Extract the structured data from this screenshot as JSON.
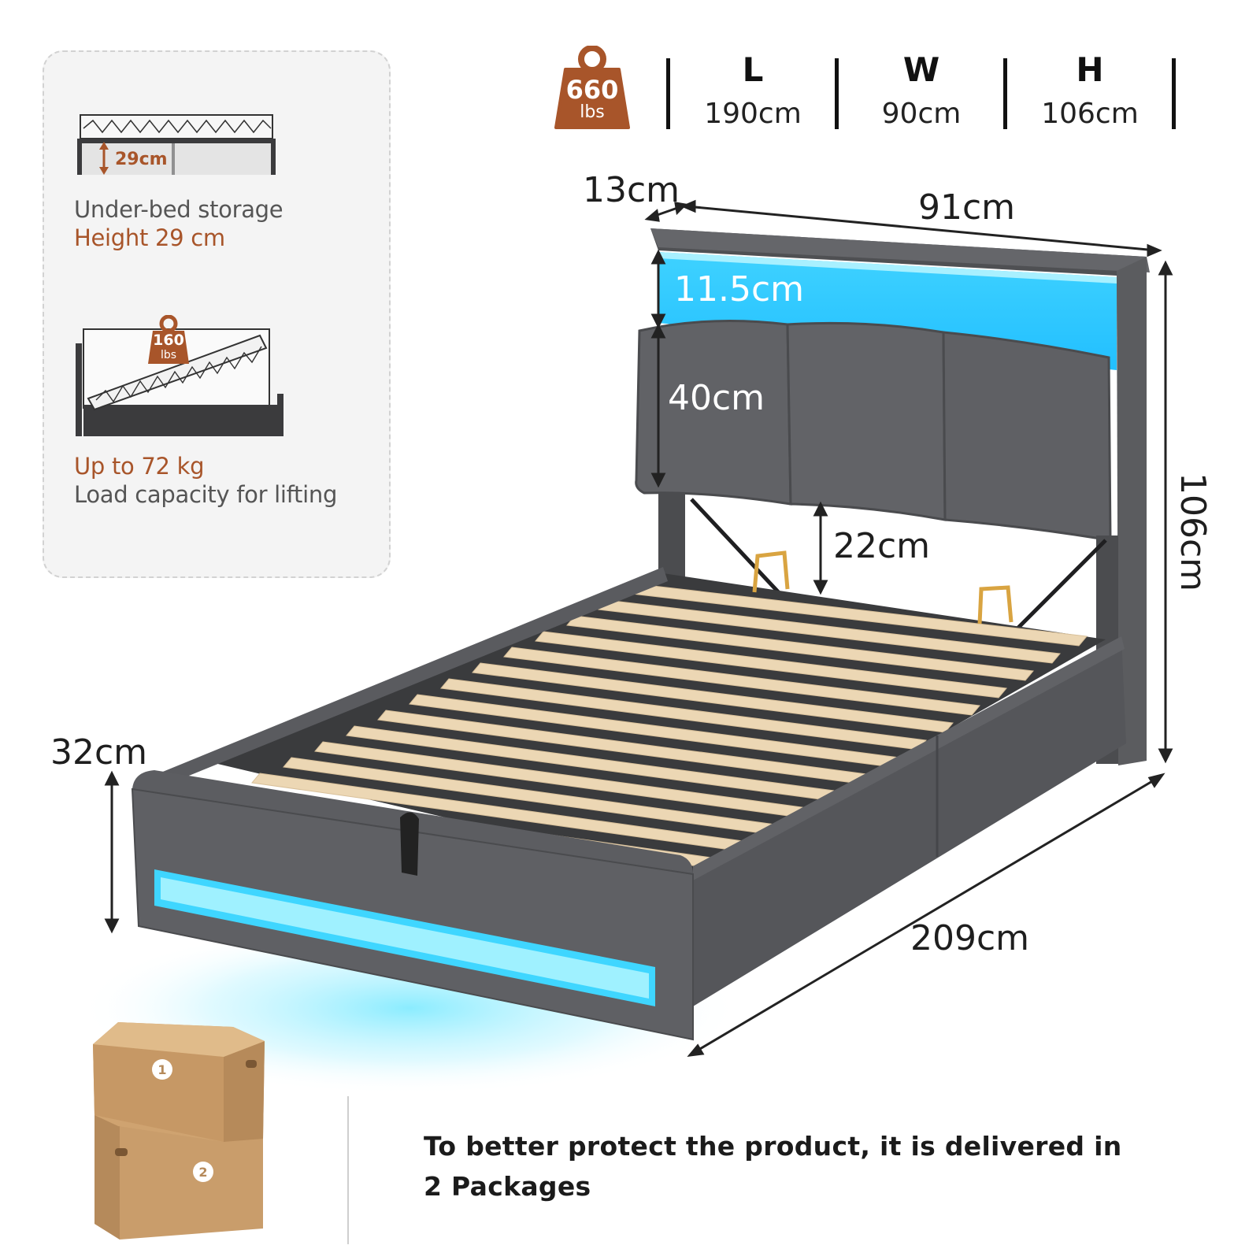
{
  "specs": {
    "weight": {
      "value": "660",
      "unit": "lbs"
    },
    "items": [
      {
        "letter": "L",
        "value": "190cm"
      },
      {
        "letter": "W",
        "value": "90cm"
      },
      {
        "letter": "H",
        "value": "106cm"
      }
    ]
  },
  "info_panel": {
    "storage": {
      "badge": "29cm",
      "line1": "Under-bed storage",
      "line2": "Height 29 cm"
    },
    "lifting": {
      "weight_value": "160",
      "weight_unit": "lbs",
      "line1": "Up to 72 kg",
      "line2": "Load capacity for lifting"
    }
  },
  "dimensions": {
    "shelf_depth": "13cm",
    "headboard_width": "91cm",
    "shelf_height": "11.5cm",
    "cushion_height": "40cm",
    "gap_height": "22cm",
    "total_height": "106cm",
    "frame_height": "32cm",
    "total_length": "209cm"
  },
  "packages": {
    "labels": [
      "1",
      "2"
    ],
    "note": "To better protect the product, it is delivered in 2 Packages"
  },
  "colors": {
    "accent": "#a8552a",
    "led": "#31d8ff",
    "fabric": "#58595c",
    "slat": "#e8d3b0"
  }
}
